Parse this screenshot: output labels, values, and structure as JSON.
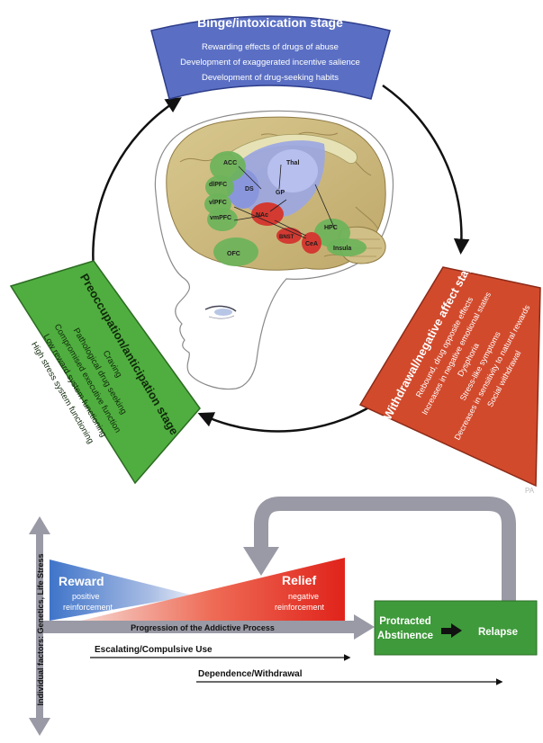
{
  "stages": {
    "binge": {
      "title": "Binge/intoxication stage",
      "items": [
        "Rewarding effects of drugs of abuse",
        "Development of exaggerated incentive salience",
        "Development of drug-seeking habits"
      ],
      "color": "#5a6fc4"
    },
    "withdrawal": {
      "title": "Withdrawal/negative affect stage",
      "items": [
        "Rebound, drug opposite effects",
        "Increases in negative emotional states",
        "Dysphoria",
        "Stress-like symptoms",
        "Decreases in sensitivity to natural rewards",
        "Social withdrawal"
      ],
      "color": "#d24a2c"
    },
    "preoccupation": {
      "title": "Preoccupation/anticipation stage",
      "items": [
        "Craving",
        "Pathological drug seeking",
        "Compromised executive function",
        "Low reward system functioning",
        "High stress system functioning"
      ],
      "color": "#4fae3f"
    }
  },
  "brain_regions": [
    "ACC",
    "dlPFC",
    "vlPFC",
    "vmPFC",
    "OFC",
    "DS",
    "GP",
    "Thal",
    "NAc",
    "BNST",
    "CeA",
    "HPC",
    "Insula"
  ],
  "watermark": "PA",
  "process": {
    "reward": {
      "title": "Reward",
      "sub1": "positive",
      "sub2": "reinforcement",
      "color": "#3f74c9"
    },
    "relief": {
      "title": "Relief",
      "sub1": "negative",
      "sub2": "reinforcement",
      "color": "#e0231b"
    },
    "axis_label": "Progression of the Addictive Process",
    "vertical_label": "Individual factors: Genetics, Life Stress",
    "abstinence_line1": "Protracted",
    "abstinence_line2": "Abstinence",
    "relapse": "Relapse",
    "escalating": "Escalating/Compulsive Use",
    "dependence": "Dependence/Withdrawal",
    "box_color": "#3e9a3a"
  }
}
